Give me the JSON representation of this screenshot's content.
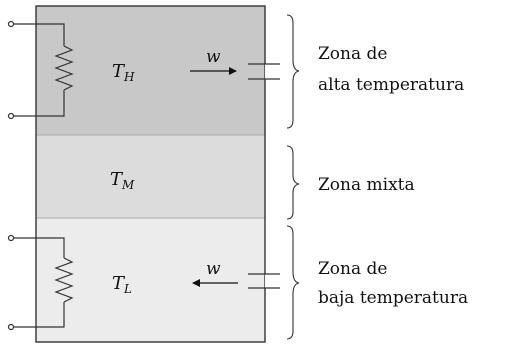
{
  "zones": {
    "high": {
      "symbol": "T",
      "subscript": "H",
      "work_label": "w",
      "caption_line1": "Zona de",
      "caption_line2": "alta temperatura",
      "fill": "#c8c8c8"
    },
    "mixed": {
      "symbol": "T",
      "subscript": "M",
      "caption": "Zona mixta",
      "fill": "#dcdcdc"
    },
    "low": {
      "symbol": "T",
      "subscript": "L",
      "work_label": "w",
      "caption_line1": "Zona de",
      "caption_line2": "baja temperatura",
      "fill": "#ececec"
    }
  },
  "colors": {
    "stroke": "#333333",
    "divider": "#aaaaaa"
  },
  "icons": {
    "resistor": "zigzag-resistor-icon",
    "piston": "heat-exchanger-icon",
    "brace": "right-brace-icon",
    "terminal": "open-circle-terminal-icon"
  }
}
